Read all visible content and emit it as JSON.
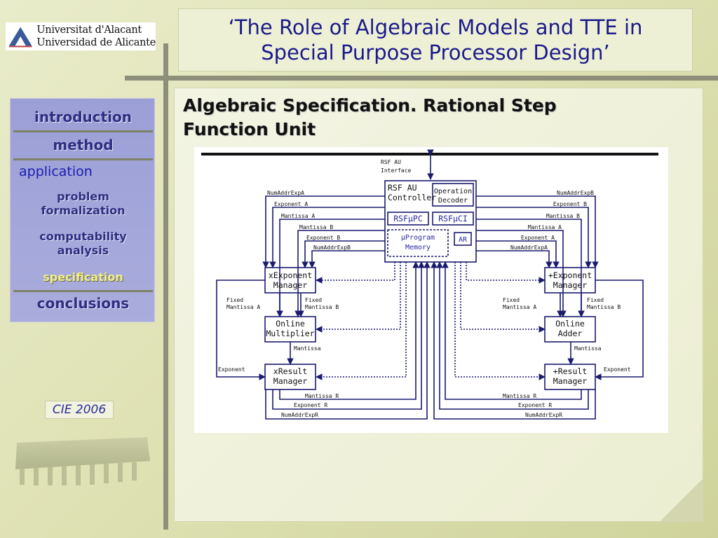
{
  "logo": {
    "line1": "Universitat d'Alacant",
    "line2": "Universidad de Alicante",
    "mark": "university-logo-icon"
  },
  "title": {
    "line1": "‘The Role of Algebraic Models and TTE in",
    "line2": "Special Purpose Processor Design’"
  },
  "nav": {
    "introduction": "introduction",
    "method": "method",
    "application": "application",
    "problem_1": "problem",
    "problem_2": "formalization",
    "computability_1": "computability",
    "computability_2": "analysis",
    "specification": "specification",
    "conclusions": "conclusions"
  },
  "badge": "CIE 2006",
  "content": {
    "heading_1": "Algebraic Specification. Rational Step",
    "heading_2": "Function Unit"
  },
  "diagram": {
    "interface_1": "RSF AU",
    "interface_2": "Interface",
    "controller_1": "RSF AU",
    "controller_2": "Controller",
    "op_decoder_1": "Operation",
    "op_decoder_2": "Decoder",
    "rsf_upc": "RSFμPC",
    "rsf_uci": "RSFμCI",
    "uprog_1": "μProgram",
    "uprog_2": "Memory",
    "ar": "AR",
    "xexp_1": "xExponent",
    "xexp_2": "Manager",
    "pexp_1": "+Exponent",
    "pexp_2": "Manager",
    "mult_1": "Online",
    "mult_2": "Multiplier",
    "adder_1": "Online",
    "adder_2": "Adder",
    "xres_1": "xResult",
    "xres_2": "Manager",
    "pres_1": "+Result",
    "pres_2": "Manager",
    "numaddr_a": "NumAddrExpA",
    "exponent_a": "Exponent A",
    "mantissa_a": "Mantissa A",
    "mantissa_b": "Mantissa B",
    "exponent_b": "Exponent B",
    "numaddr_b": "NumAddrExpB",
    "fixed": "Fixed",
    "fixed_mant_a": "Mantissa A",
    "fixed_mant_b": "Mantissa B",
    "mantissa": "Mantissa",
    "exponent": "Exponent",
    "mantissa_r": "Mantissa R",
    "exponent_r": "Exponent R",
    "numaddr_r": "NumAddrExpR"
  }
}
